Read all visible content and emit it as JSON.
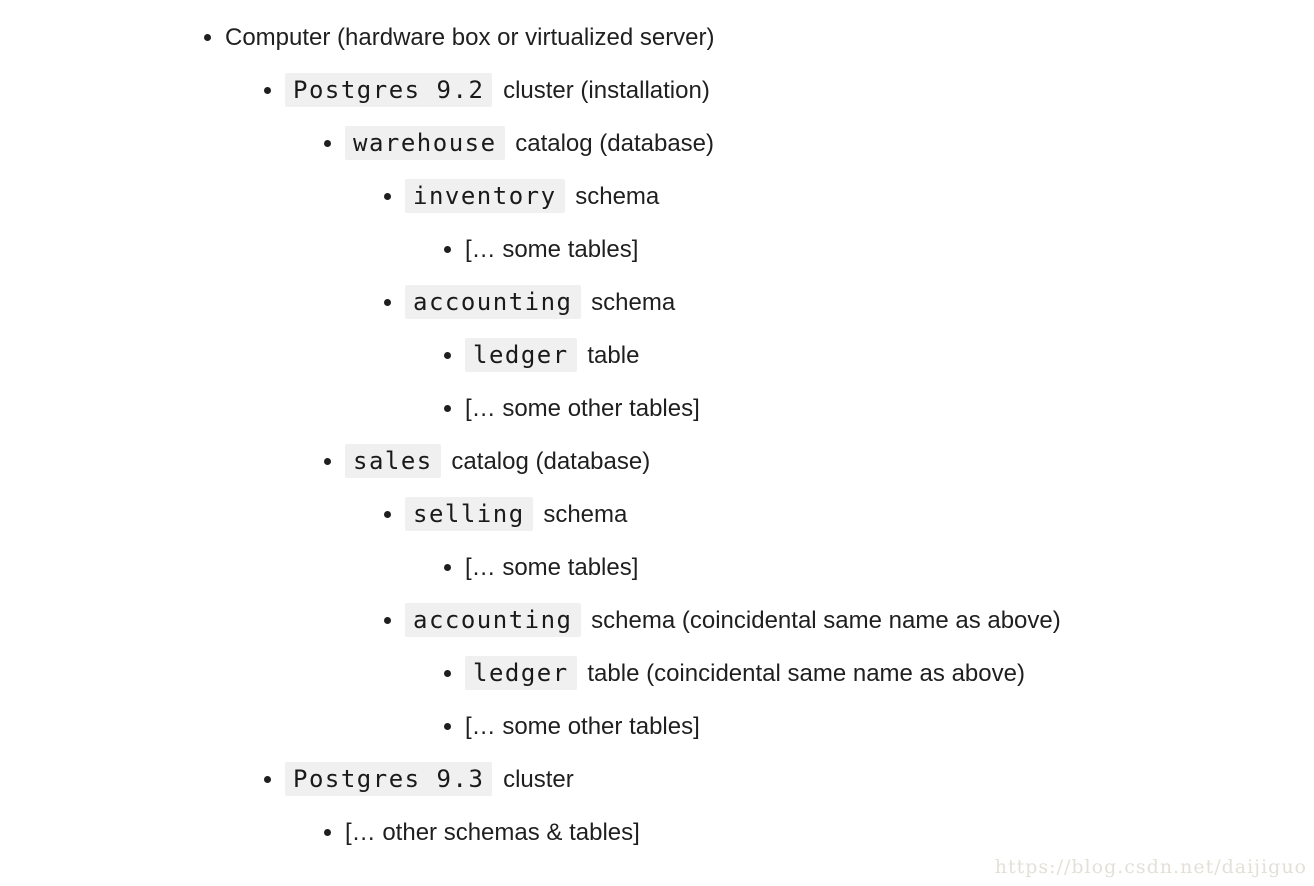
{
  "page": {
    "background": "#ffffff",
    "text_color": "#1f1f1f",
    "code_background": "#f0f0f0"
  },
  "list": {
    "items": [
      {
        "text": "Computer (hardware box or virtualized server)"
      },
      {
        "code": "Postgres 9.2",
        "text": "cluster (installation)"
      },
      {
        "code": "warehouse",
        "text": "catalog (database)"
      },
      {
        "code": "inventory",
        "text": "schema"
      },
      {
        "text": "[… some tables]"
      },
      {
        "code": "accounting",
        "text": "schema"
      },
      {
        "code": "ledger",
        "text": "table"
      },
      {
        "text": "[… some other tables]"
      },
      {
        "code": "sales",
        "text": "catalog (database)"
      },
      {
        "code": "selling",
        "text": "schema"
      },
      {
        "text": "[… some tables]"
      },
      {
        "code": "accounting",
        "text": "schema (coincidental same name as above)"
      },
      {
        "code": "ledger",
        "text": "table (coincidental same name as above)"
      },
      {
        "text": "[… some other tables]"
      },
      {
        "code": "Postgres 9.3",
        "text": "cluster"
      },
      {
        "text": "[… other schemas & tables]"
      }
    ]
  },
  "watermark": {
    "text": "https://blog.csdn.net/daijiguo",
    "color": "#e2e0d7"
  }
}
